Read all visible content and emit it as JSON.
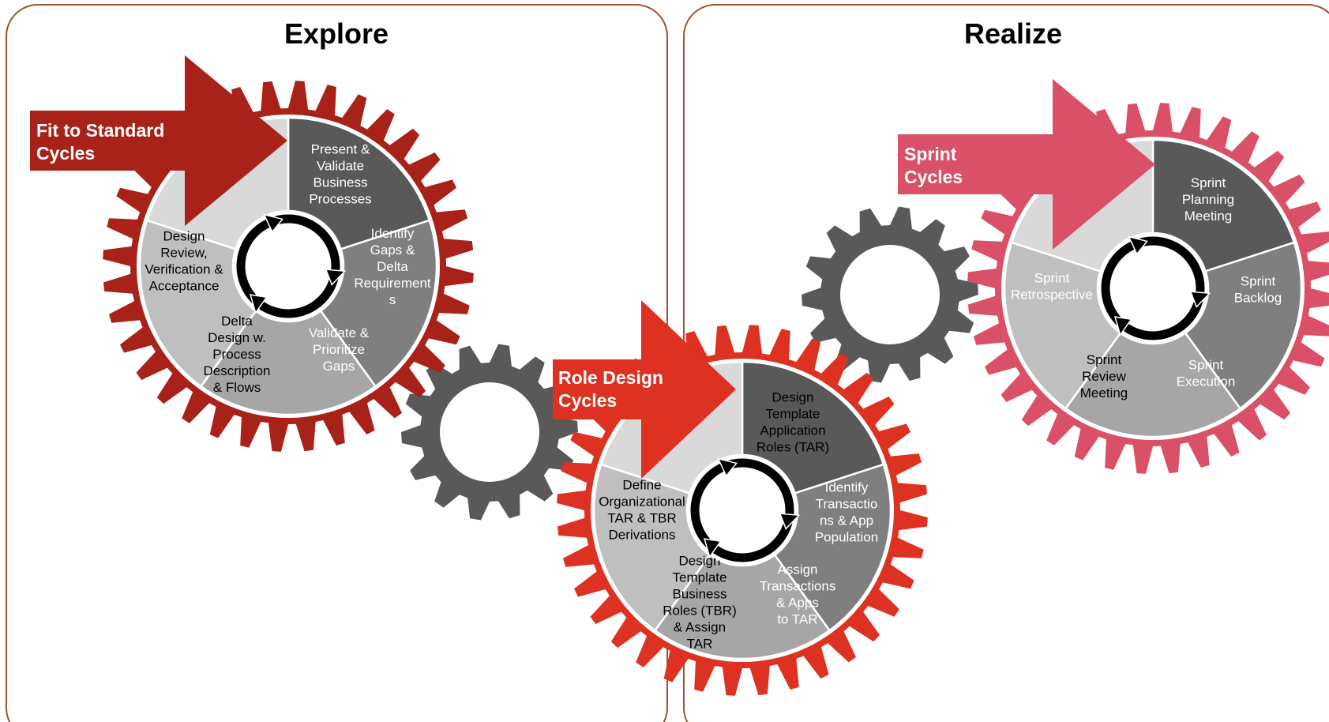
{
  "panels": [
    {
      "title": "Explore"
    },
    {
      "title": "Realize"
    }
  ],
  "colors": {
    "panel_border": "#a0522d",
    "gear_explore": "#a8221a",
    "gear_role": "#dd3122",
    "gear_sprint": "#d95067",
    "gear_connector": "#595959",
    "segments": [
      "#595959",
      "#7f7f7f",
      "#a6a6a6",
      "#bfbfbf",
      "#d9d9d9"
    ]
  },
  "gears": {
    "fit_to_standard": {
      "cycle_label": [
        "Fit to Standard",
        "Cycles"
      ],
      "segments": [
        {
          "lines": [
            "Present &",
            "Validate",
            "Business",
            "Processes"
          ]
        },
        {
          "lines": [
            "Identify",
            "Gaps &",
            "Delta",
            "Requirement",
            "s"
          ]
        },
        {
          "lines": [
            "Validate &",
            "Prioritize",
            "Gaps"
          ]
        },
        {
          "lines": [
            "Delta",
            "Design w.",
            "Process",
            "Description",
            "& Flows"
          ]
        },
        {
          "lines": [
            "Design",
            "Review,",
            "Verification &",
            "Acceptance"
          ]
        }
      ]
    },
    "role_design": {
      "cycle_label": [
        "Role Design",
        "Cycles"
      ],
      "segments": [
        {
          "lines": [
            "Design",
            "Template",
            "Application",
            "Roles (TAR)"
          ]
        },
        {
          "lines": [
            "Identify",
            "Transactio",
            "ns & App",
            "Population"
          ]
        },
        {
          "lines": [
            "Assign",
            "Transactions",
            "& Apps",
            "to TAR"
          ]
        },
        {
          "lines": [
            "Design",
            "Template",
            "Business",
            "Roles (TBR)",
            "& Assign",
            "TAR"
          ]
        },
        {
          "lines": [
            "Define",
            "Organizational",
            "TAR & TBR",
            "Derivations"
          ]
        }
      ]
    },
    "sprint": {
      "cycle_label": [
        "Sprint",
        "Cycles"
      ],
      "segments": [
        {
          "lines": [
            "Sprint",
            "Planning",
            "Meeting"
          ]
        },
        {
          "lines": [
            "Sprint",
            "Backlog"
          ]
        },
        {
          "lines": [
            "Sprint",
            "Execution"
          ]
        },
        {
          "lines": [
            "Sprint",
            "Review",
            "Meeting"
          ]
        },
        {
          "lines": [
            "Sprint",
            "Retrospective"
          ]
        }
      ]
    }
  }
}
